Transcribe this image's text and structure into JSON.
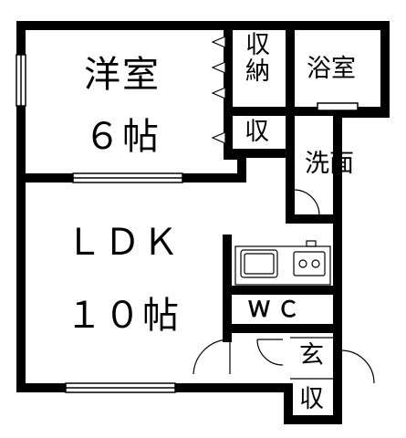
{
  "rooms": {
    "western_room": {
      "name": "洋室",
      "size": "６帖"
    },
    "storage_large": "収納",
    "storage_small": "収",
    "bath": "浴室",
    "washroom": "洗面",
    "ldk": {
      "name": "ＬＤＫ",
      "size": "１０帖"
    },
    "wc": "ＷＣ",
    "entrance": "玄",
    "entrance_storage": "収"
  }
}
